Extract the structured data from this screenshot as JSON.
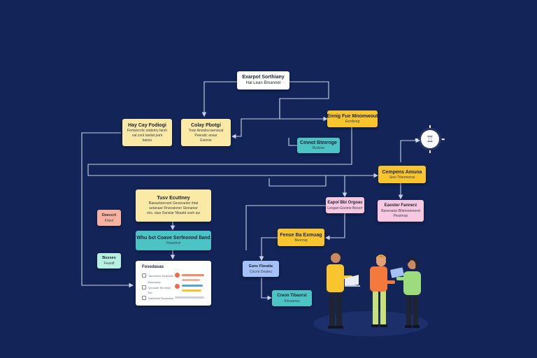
{
  "colors": {
    "background": "#132458",
    "connector": "#c9d2ea",
    "cream": "#fbe9a6",
    "yellow": "#f8c52e",
    "teal": "#4cc4c6",
    "pink": "#f7c8e0",
    "salmon": "#f7b3a0",
    "mint": "#b6f0e0",
    "blue": "#a5c1f5",
    "white": "#ffffff"
  },
  "nodes": {
    "top": {
      "title": "Exarpot Sorthiany",
      "sub": "Hal Lean Bmannet"
    },
    "left_a": {
      "title": "Hay Cay Fodiogi",
      "l1": "Fontaicrolic stabotry farsh",
      "l2": "vat cont tastiat pant",
      "l3": "batoio"
    },
    "left_b": {
      "title": "Colay Pbotgi",
      "l1": "Toan Ansatra taenacat",
      "l2": "Peeratic ansar",
      "l3": "Exionio"
    },
    "right_top": {
      "title": "Ennig Fue Mnomwout",
      "sub": "Eeniliong"
    },
    "teal_mid": {
      "title": "Cmnot Btmrnge",
      "sub": "Bodoire"
    },
    "right_mid": {
      "title": "Cempens Amuna",
      "sub": "Seei Ttlenmetrat"
    },
    "pink_a": {
      "title": "Eapol Bbi Orgoac",
      "sub": "Levgan-Goome Besorr"
    },
    "pink_b": {
      "title": "Eaoster Fannerz",
      "l1": "Baneoatar Bhirmonmend",
      "l2": "Pearmop"
    },
    "cream_big": {
      "title": "Tusv Ecuttney",
      "l1": "Raeactieerrant Gessnanter ihtal",
      "l2": "uetanaar Rnceatoner Sienaniar",
      "l3": "vtrs. otas Danstar Nitaatd sseh aw"
    },
    "teal_wide": {
      "title": "Whu bst Coave Serfeonnd lland",
      "sub": "Fenertrot"
    },
    "salmon": {
      "title": "Deeccrt",
      "sub": "Fdsol"
    },
    "mint": {
      "title": "Busses",
      "sub": "Feasdl"
    },
    "yellow_mid": {
      "title": "Fense Ba Exmuag",
      "sub": "Beonnig"
    },
    "blue": {
      "title": "Eans Fbeatia",
      "sub": "Cocnir Deateu"
    },
    "teal_bot": {
      "title": "Creon Tibaorst",
      "sub": "Kitoasnao"
    }
  },
  "panel": {
    "title": "Fossdasas",
    "rows": [
      "Tanreseas Dsaisean",
      "Bauessas",
      "Vanosae Seonnse",
      "Bol",
      "Daseaton Bosasase"
    ],
    "dot_colors": [
      "#ef6a4c",
      "#ef6a4c"
    ],
    "bar_colors": [
      "#f48a6a",
      "#4fa3e8",
      "#f8c52e",
      "#cbd2de"
    ]
  },
  "bulb": {
    "icon": "lightbulb-icon",
    "glyph": "♖"
  },
  "people": {
    "left": {
      "shirt": "#f8c52e",
      "pants": "#1f2433",
      "device": "laptop"
    },
    "middle": {
      "shirt": "#f47a3c",
      "pants": "#c7e07a",
      "hair": "#f2a92b"
    },
    "right": {
      "shirt": "#9ddc7e",
      "pants": "#1f2433",
      "device": "tablet"
    }
  }
}
